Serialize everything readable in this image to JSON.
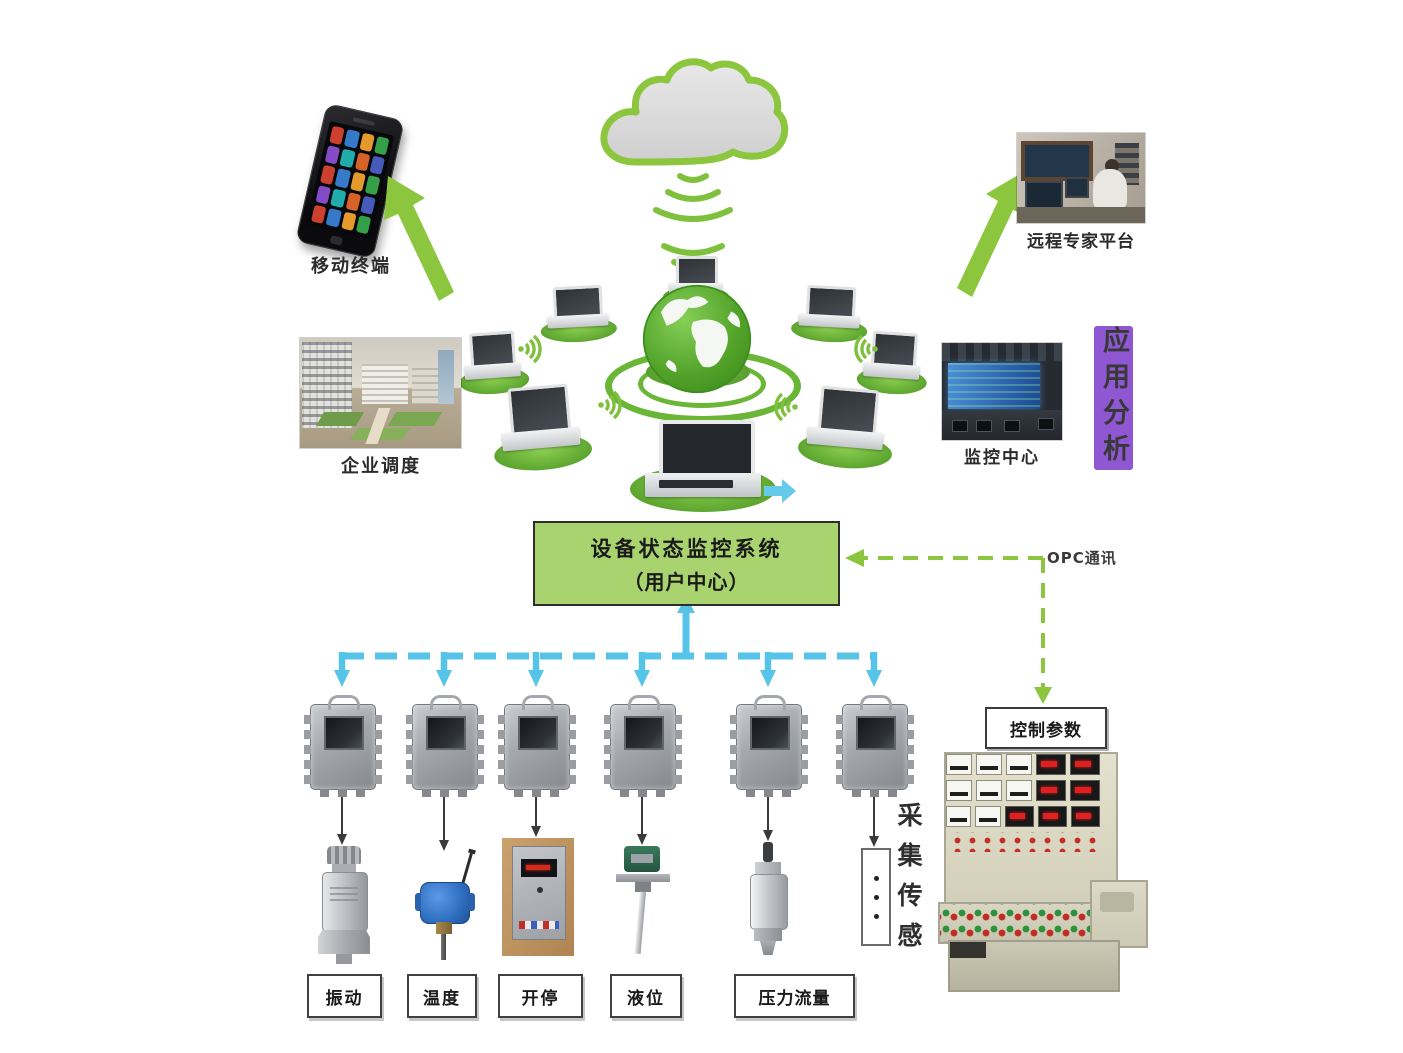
{
  "labels": {
    "mobile_terminal": "移动终端",
    "remote_expert": "远程专家平台",
    "enterprise_dispatch": "企业调度",
    "monitoring_center": "监控中心",
    "application_analysis": "应用分析",
    "acquisition_sensing": "采集传感",
    "opc_link": "OPC通讯",
    "control_box": "控制参数"
  },
  "central_system": {
    "line1": "设备状态监控系统",
    "line2": "（用户中心）"
  },
  "sensors": [
    {
      "label": "振动"
    },
    {
      "label": "温度"
    },
    {
      "label": "开停"
    },
    {
      "label": "液位"
    },
    {
      "label": "压力流量"
    }
  ],
  "icons": {
    "cloud": "cloud-icon",
    "wifi": "wifi-signal-icon",
    "globe": "globe-icon",
    "laptop": "laptop-icon",
    "smartphone": "smartphone-icon",
    "arrow_up": "arrow-up-icon"
  },
  "colors": {
    "green_accent": "#8cc63e",
    "system_box_fill": "#a9d36f",
    "bus_blue": "#55c4e8",
    "opc_dash_green": "#8cc63e"
  }
}
